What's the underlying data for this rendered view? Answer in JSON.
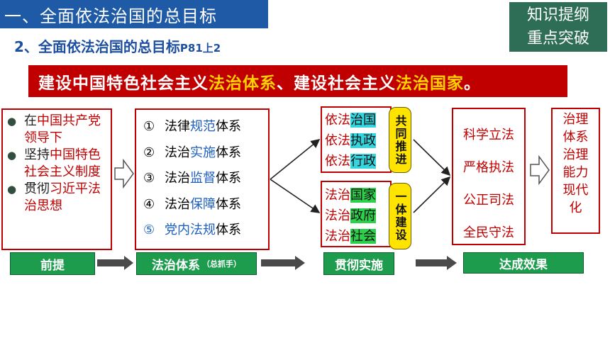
{
  "header": {
    "title": "一、全面依法治国的总目标"
  },
  "badge": {
    "line1": "知识提纲",
    "line2": "重点突破"
  },
  "subtitle": {
    "text": "2、全面依法治国的总目标",
    "ref": "P81上2"
  },
  "banner": {
    "part1": "建设中国特色社会主义",
    "part2": "法治体系",
    "part3": "、建设社会主义",
    "part4": "法治国家",
    "part5": "。"
  },
  "premise": {
    "items": [
      {
        "a": "在",
        "b": "中国共产党领导下",
        "c": ""
      },
      {
        "a": "坚持",
        "b": "中国特色社会主义制度",
        "c": ""
      },
      {
        "a": "贯彻",
        "b": "习近平法治思想",
        "c": ""
      }
    ]
  },
  "systems": {
    "rows": [
      {
        "num": "①",
        "pre": "法律",
        "key": "规范",
        "post": "体系"
      },
      {
        "num": "②",
        "pre": "法治",
        "key": "实施",
        "post": "体系"
      },
      {
        "num": "③",
        "pre": "法治",
        "key": "监督",
        "post": "体系"
      },
      {
        "num": "④",
        "pre": "法治",
        "key": "保障",
        "post": "体系"
      },
      {
        "num": "⑤",
        "pre": "党内法规",
        "key": "",
        "post": "体系"
      }
    ]
  },
  "group1": {
    "rows": [
      {
        "pre": "依法",
        "key": "治国"
      },
      {
        "pre": "依法",
        "key": "执政"
      },
      {
        "pre": "依法",
        "key": "行政"
      }
    ],
    "tag": "共同推进"
  },
  "group2": {
    "rows": [
      {
        "pre": "法治",
        "key": "国家"
      },
      {
        "pre": "法治",
        "key": "政府"
      },
      {
        "pre": "法治",
        "key": "社会"
      }
    ],
    "tag": "一体建设"
  },
  "principles": {
    "items": [
      "科学立法",
      "严格执法",
      "公正司法",
      "全民守法"
    ]
  },
  "result": {
    "text": "治理体系治理能力现代化"
  },
  "bars": {
    "premise": "前提",
    "system": "法治体系",
    "system_note": "（总抓手）",
    "implement": "贯彻实施",
    "effect": "达成效果"
  },
  "colors": {
    "title_bg": "#1f5aa6",
    "banner_bg": "#c00000",
    "highlight_yellow": "#ffd000",
    "bar_green": "#1e9c4e",
    "badge_bg": "#2e6e57"
  }
}
